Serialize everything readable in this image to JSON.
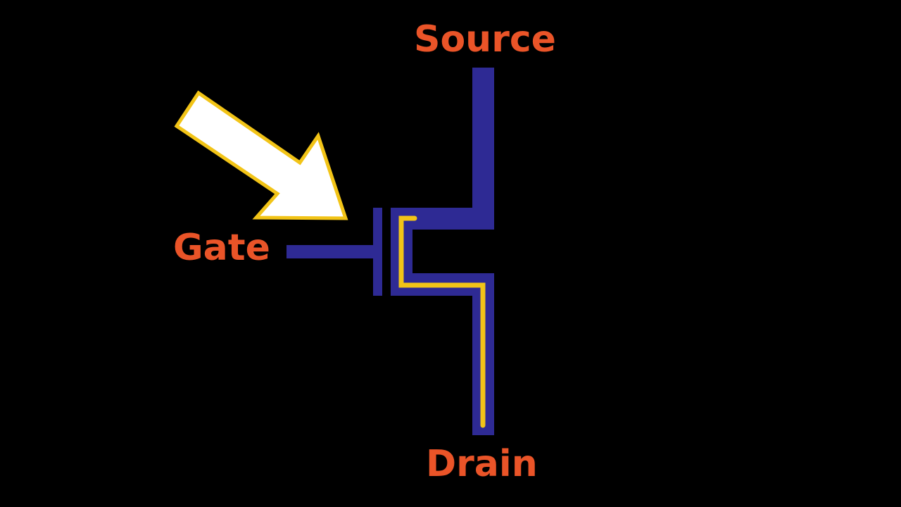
{
  "labels": {
    "source": "Source",
    "gate": "Gate",
    "drain": "Drain"
  },
  "colors": {
    "background": "#000000",
    "label": "#EA5428",
    "transistor": "#2E2A94",
    "current_path": "#F2C417",
    "arrow_fill": "#FFFFFF",
    "arrow_outline": "#F2C417"
  },
  "icons": {
    "arrow": "arrow-pointing-to-gate-icon"
  }
}
